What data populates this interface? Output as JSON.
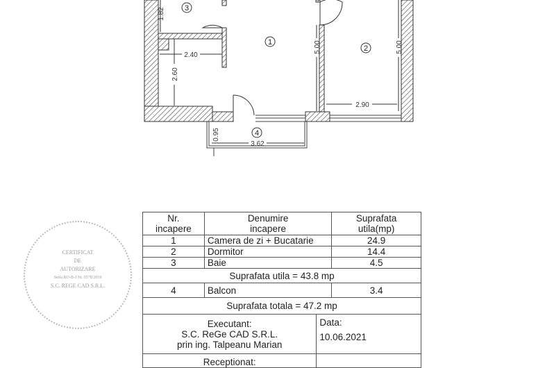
{
  "plan": {
    "rooms": [
      "1",
      "2",
      "3",
      "4"
    ],
    "dimensions": {
      "bath_height": "1.82",
      "hall_width": "2.40",
      "hall_height": "2.60",
      "room1_height": "5.00",
      "room2_height": "5.00",
      "room2_width": "2.90",
      "balcony_depth": "0.95",
      "balcony_width": "3.62"
    }
  },
  "stamp": {
    "line1": "CERTIFICAT",
    "line2": "DE",
    "line3": "AUTORIZARE",
    "line4": "Seria RO-B-J Nr. 0578/2019",
    "line5": "S.C. REGE CAD S.R.L."
  },
  "table": {
    "headers": {
      "nr": "Nr.",
      "nr2": "incapere",
      "name": "Denumire",
      "name2": "incapere",
      "area": "Suprafata",
      "area2": "utila(mp)"
    },
    "rows": [
      {
        "nr": "1",
        "name": "Camera de zi + Bucatarie",
        "area": "24.9"
      },
      {
        "nr": "2",
        "name": "Dormitor",
        "area": "14.4"
      },
      {
        "nr": "3",
        "name": "Baie",
        "area": "4.5"
      }
    ],
    "useful_total": "Suprafata utila = 43.8 mp",
    "balcony": {
      "nr": "4",
      "name": "Balcon",
      "area": "3.4"
    },
    "grand_total": "Suprafata totala = 47.2 mp",
    "executant": {
      "label": "Executant:",
      "company": "S.C. ReGe CAD S.R.L.",
      "engineer": "prin ing. Talpeanu Marian"
    },
    "date": {
      "label": "Data:",
      "value": "10.06.2021"
    },
    "received": {
      "label": "Receptionat:"
    }
  }
}
